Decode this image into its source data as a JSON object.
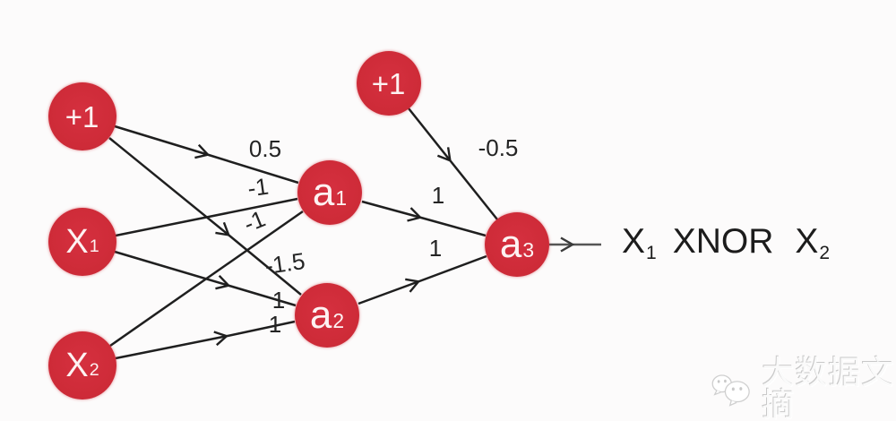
{
  "diagram": {
    "nodes": [
      {
        "id": "bias-input",
        "main": "+1",
        "sub": ""
      },
      {
        "id": "x1",
        "main": "X",
        "sub": "1"
      },
      {
        "id": "x2",
        "main": "X",
        "sub": "2"
      },
      {
        "id": "a1",
        "main": "a",
        "sub": "1"
      },
      {
        "id": "a2",
        "main": "a",
        "sub": "2"
      },
      {
        "id": "bias-hidden",
        "main": "+1",
        "sub": ""
      },
      {
        "id": "a3",
        "main": "a",
        "sub": "3"
      }
    ],
    "weights": [
      {
        "from": "bias-input",
        "to": "a1",
        "value": "0.5"
      },
      {
        "from": "x1",
        "to": "a1",
        "value": "-1"
      },
      {
        "from": "x2",
        "to": "a1",
        "value": "-1"
      },
      {
        "from": "bias-input",
        "to": "a2",
        "value": "-1.5"
      },
      {
        "from": "x1",
        "to": "a2",
        "value": "1"
      },
      {
        "from": "x2",
        "to": "a2",
        "value": "1"
      },
      {
        "from": "bias-hidden",
        "to": "a3",
        "value": "-0.5"
      },
      {
        "from": "a1",
        "to": "a3",
        "value": "1"
      },
      {
        "from": "a2",
        "to": "a3",
        "value": "1"
      }
    ],
    "output": {
      "x1_main": "X",
      "x1_sub": "1",
      "op": "XNOR",
      "x2_main": "X",
      "x2_sub": "2"
    }
  },
  "watermark": {
    "text": "大数据文摘",
    "icon": "wechat-chat-bubbles-icon"
  },
  "colors": {
    "node_red": "#ce2b38",
    "edge_line": "#1f1f1f",
    "label_text": "#242424",
    "background": "#fcfbfb",
    "watermark_gray": "#c9c9c9"
  }
}
